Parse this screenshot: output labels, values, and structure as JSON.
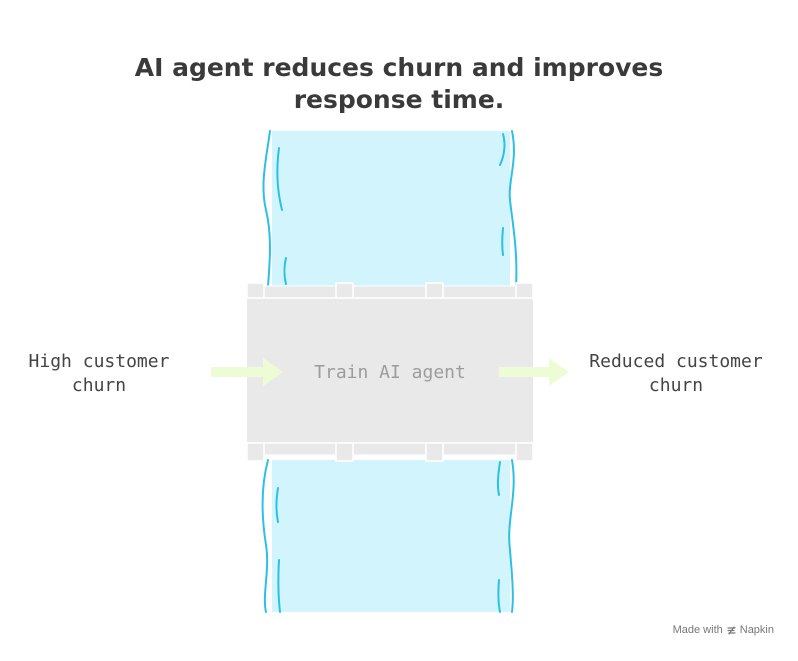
{
  "title": {
    "line1": "AI agent reduces churn and improves",
    "line2": "response time."
  },
  "input_label": {
    "line1": "High customer",
    "line2": "churn"
  },
  "process_label": "Train AI agent",
  "output_label": {
    "line1": "Reduced customer",
    "line2": "churn"
  },
  "footer": {
    "prefix": "Made with",
    "brand": "Napkin",
    "icon": "napkin-logo-icon"
  },
  "colors": {
    "river_fill": "#d2f4fc",
    "river_stroke": "#2cc0e8",
    "block_fill": "#e9e9e9",
    "arrow_fill": "#eefcd6",
    "title_text": "#3a3a3a"
  }
}
